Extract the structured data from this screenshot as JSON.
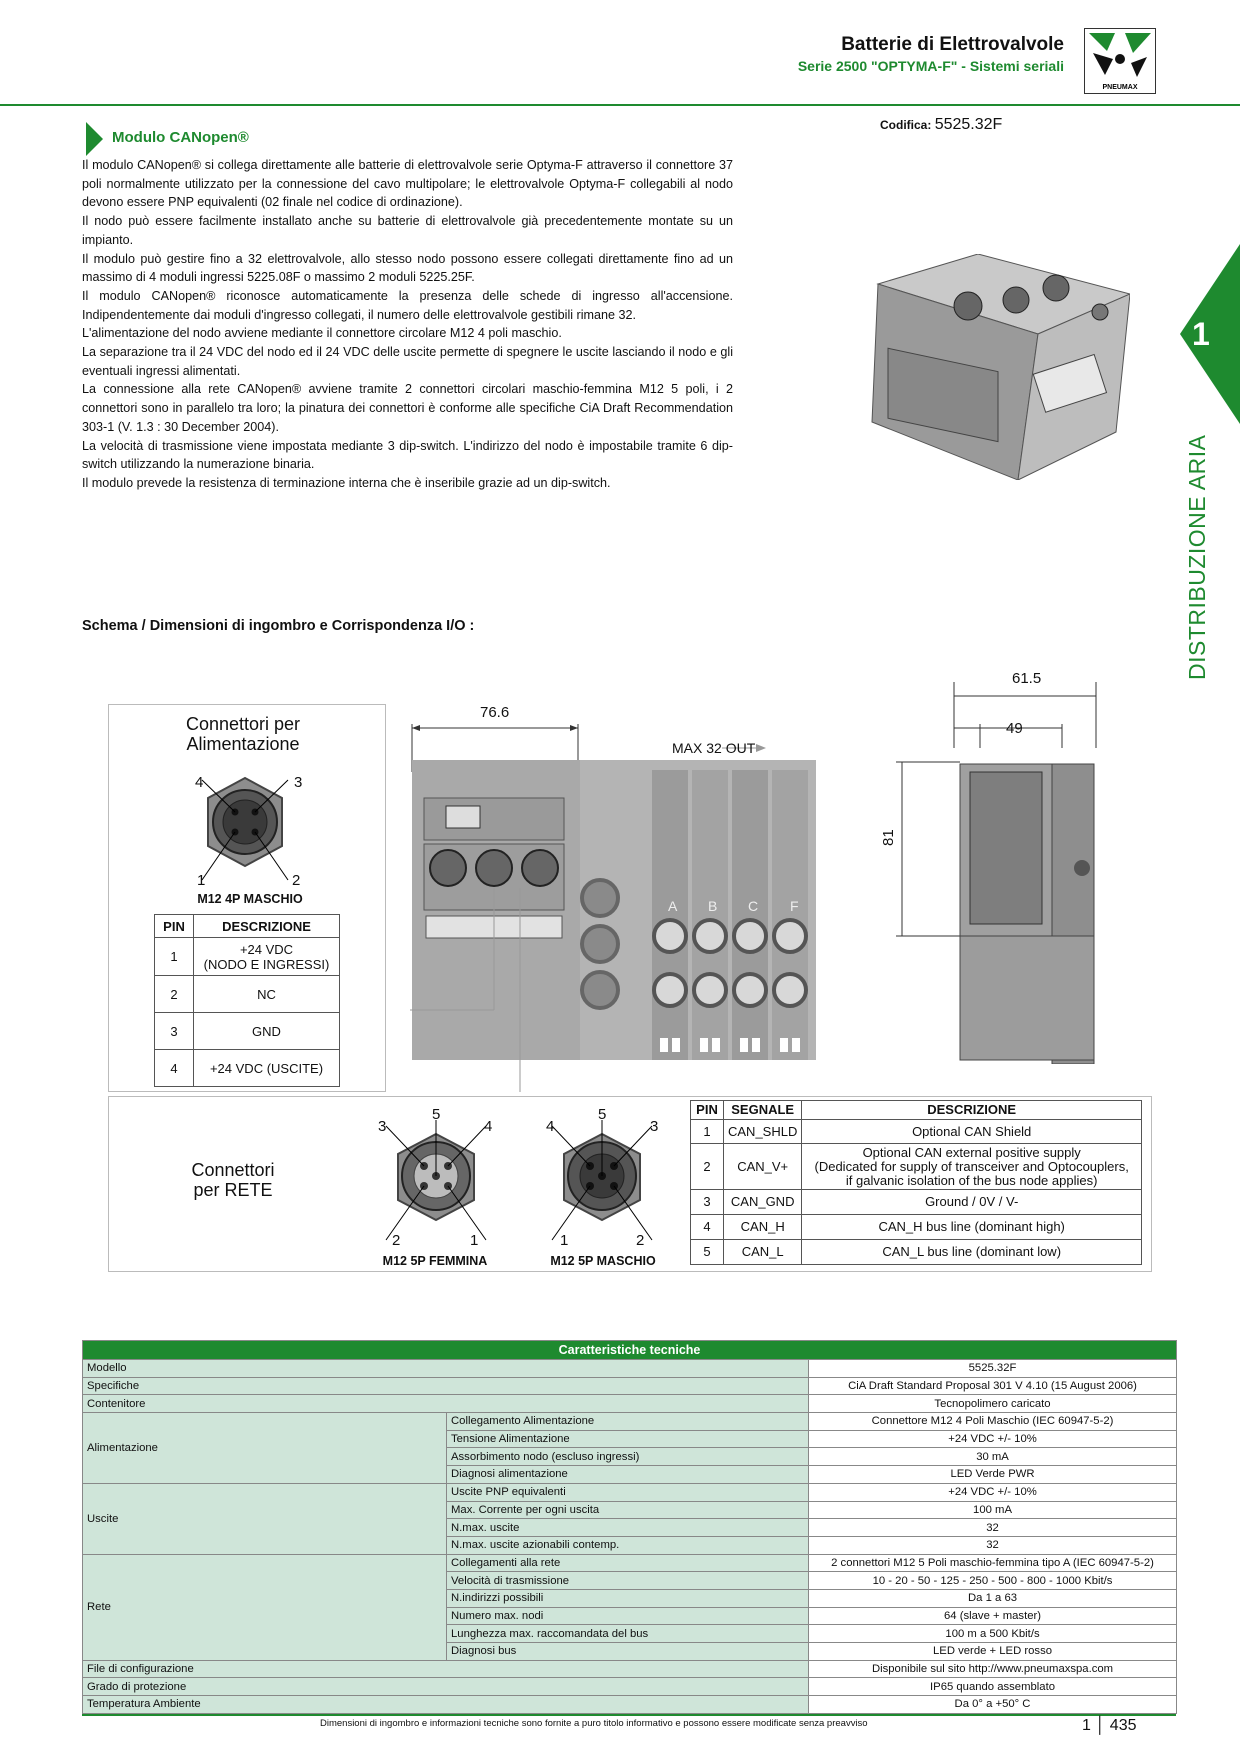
{
  "header": {
    "title": "Batterie di Elettrovalvole",
    "subtitle": "Serie 2500 \"OPTYMA-F\" - Sistemi seriali",
    "logo_text": "PNEUMAX"
  },
  "section": {
    "title": "Modulo CANopen®",
    "codifica_label": "Codifica:",
    "codifica_value": "5525.32F"
  },
  "body_paragraphs": [
    "Il modulo CANopen® si collega direttamente alle batterie di elettrovalvole serie Optyma-F attraverso il connettore 37 poli normalmente utilizzato per la connessione del cavo multipolare; le elettrovalvole Optyma-F collegabili al nodo devono essere PNP equivalenti (02 finale nel codice di ordinazione).",
    "Il nodo può essere facilmente installato anche su batterie di elettrovalvole già precedentemente montate su un impianto.",
    "Il modulo può gestire fino a 32 elettrovalvole, allo stesso nodo possono essere collegati direttamente fino ad un massimo di 4 moduli ingressi 5225.08F o massimo 2 moduli 5225.25F.",
    "Il modulo CANopen® riconosce automaticamente la presenza delle schede di ingresso all'accensione. Indipendentemente dai moduli d'ingresso collegati, il numero delle elettrovalvole gestibili rimane 32.",
    "L'alimentazione del nodo avviene mediante il connettore circolare M12 4 poli maschio.",
    "La separazione tra il 24 VDC del nodo ed il 24 VDC delle uscite permette di spegnere le uscite lasciando il nodo e gli eventuali ingressi alimentati.",
    "La connessione alla rete CANopen® avviene tramite 2 connettori circolari maschio-femmina M12 5 poli, i 2 connettori sono in parallelo tra loro; la pinatura dei connettori è conforme alle specifiche CiA Draft Recommendation 303-1 (V. 1.3 : 30 December 2004).",
    "La velocità di trasmissione viene impostata mediante 3 dip-switch. L'indirizzo del nodo è impostabile tramite 6 dip-switch utilizzando la numerazione binaria.",
    "Il modulo prevede la resistenza di terminazione interna che è inseribile grazie ad un dip-switch."
  ],
  "side_tab": {
    "number": "1",
    "label": "DISTRIBUZIONE ARIA"
  },
  "schema": {
    "title": "Schema / Dimensioni di ingombro e Corrispondenza I/O :",
    "alimentazione": {
      "title_1": "Connettori per",
      "title_2": "Alimentazione",
      "caption": "M12 4P MASCHIO",
      "pins": [
        "4",
        "3",
        "1",
        "2"
      ],
      "table_headers": [
        "PIN",
        "DESCRIZIONE"
      ],
      "rows": [
        {
          "pin": "1",
          "desc_1": "+24 VDC",
          "desc_2": "(NODO E INGRESSI)"
        },
        {
          "pin": "2",
          "desc_1": "NC",
          "desc_2": ""
        },
        {
          "pin": "3",
          "desc_1": "GND",
          "desc_2": ""
        },
        {
          "pin": "4",
          "desc_1": "+24 VDC (USCITE)",
          "desc_2": ""
        }
      ]
    },
    "rete": {
      "title_1": "Connettori",
      "title_2": "per RETE",
      "caption_female": "M12 5P FEMMINA",
      "caption_male": "M12 5P MASCHIO",
      "female_pins": [
        "3",
        "5",
        "4",
        "2",
        "1"
      ],
      "male_pins": [
        "4",
        "5",
        "3",
        "1",
        "2"
      ],
      "table_headers": [
        "PIN",
        "SEGNALE",
        "DESCRIZIONE"
      ],
      "rows": [
        {
          "pin": "1",
          "signal": "CAN_SHLD",
          "desc_1": "Optional CAN Shield",
          "desc_2": "",
          "desc_3": ""
        },
        {
          "pin": "2",
          "signal": "CAN_V+",
          "desc_1": "Optional CAN external positive supply",
          "desc_2": "(Dedicated for supply of transceiver and Optocouplers,",
          "desc_3": "if galvanic isolation of the bus node applies)"
        },
        {
          "pin": "3",
          "signal": "CAN_GND",
          "desc_1": "Ground / 0V / V-",
          "desc_2": "",
          "desc_3": ""
        },
        {
          "pin": "4",
          "signal": "CAN_H",
          "desc_1": "CAN_H bus line (dominant high)",
          "desc_2": "",
          "desc_3": ""
        },
        {
          "pin": "5",
          "signal": "CAN_L",
          "desc_1": "CAN_L bus line (dominant low)",
          "desc_2": "",
          "desc_3": ""
        }
      ]
    },
    "dimensions": {
      "width_front": "76.6",
      "max_out": "MAX 32 OUT",
      "width_side_total": "61.5",
      "width_side": "49",
      "height": "81",
      "valve_letters": [
        "A",
        "B",
        "C",
        "F"
      ]
    }
  },
  "tech": {
    "title": "Caratteristiche tecniche",
    "rows": [
      {
        "group": "Modello",
        "sub": "",
        "value": "5525.32F"
      },
      {
        "group": "Specifiche",
        "sub": "",
        "value": "CiA Draft Standard Proposal 301 V 4.10 (15 August 2006)"
      },
      {
        "group": "Contenitore",
        "sub": "",
        "value": "Tecnopolimero caricato"
      },
      {
        "group": "Alimentazione",
        "sub": "Collegamento Alimentazione",
        "value": "Connettore M12 4 Poli Maschio (IEC 60947-5-2)"
      },
      {
        "group": "",
        "sub": "Tensione Alimentazione",
        "value": "+24 VDC +/- 10%"
      },
      {
        "group": "",
        "sub": "Assorbimento nodo (escluso ingressi)",
        "value": "30 mA"
      },
      {
        "group": "",
        "sub": "Diagnosi alimentazione",
        "value": "LED Verde PWR"
      },
      {
        "group": "Uscite",
        "sub": "Uscite PNP equivalenti",
        "value": "+24 VDC +/- 10%"
      },
      {
        "group": "",
        "sub": "Max. Corrente per ogni uscita",
        "value": "100 mA"
      },
      {
        "group": "",
        "sub": "N.max. uscite",
        "value": "32"
      },
      {
        "group": "",
        "sub": "N.max. uscite azionabili contemp.",
        "value": "32"
      },
      {
        "group": "Rete",
        "sub": "Collegamenti alla rete",
        "value": "2 connettori M12 5 Poli maschio-femmina tipo A (IEC 60947-5-2)"
      },
      {
        "group": "",
        "sub": "Velocità di trasmissione",
        "value": "10 - 20 - 50 - 125 - 250 - 500 - 800 - 1000 Kbit/s"
      },
      {
        "group": "",
        "sub": "N.indirizzi possibili",
        "value": "Da 1 a 63"
      },
      {
        "group": "",
        "sub": "Numero max. nodi",
        "value": "64 (slave + master)"
      },
      {
        "group": "",
        "sub": "Lunghezza max. raccomandata del bus",
        "value": "100 m a 500 Kbit/s"
      },
      {
        "group": "",
        "sub": "Diagnosi bus",
        "value": "LED verde + LED rosso"
      },
      {
        "group": "File di configurazione",
        "sub": "",
        "value": "Disponibile sul sito http://www.pneumaxspa.com"
      },
      {
        "group": "Grado di protezione",
        "sub": "",
        "value": "IP65 quando assemblato"
      },
      {
        "group": "Temperatura Ambiente",
        "sub": "",
        "value": "Da 0° a +50° C"
      }
    ]
  },
  "footer": {
    "note": "Dimensioni di ingombro e informazioni tecniche sono fornite a puro titolo informativo e possono essere modificate senza preavviso",
    "page": "1 │ 435"
  },
  "colors": {
    "accent": "#1e8a2f",
    "table_label_bg": "#cfe5d9"
  }
}
